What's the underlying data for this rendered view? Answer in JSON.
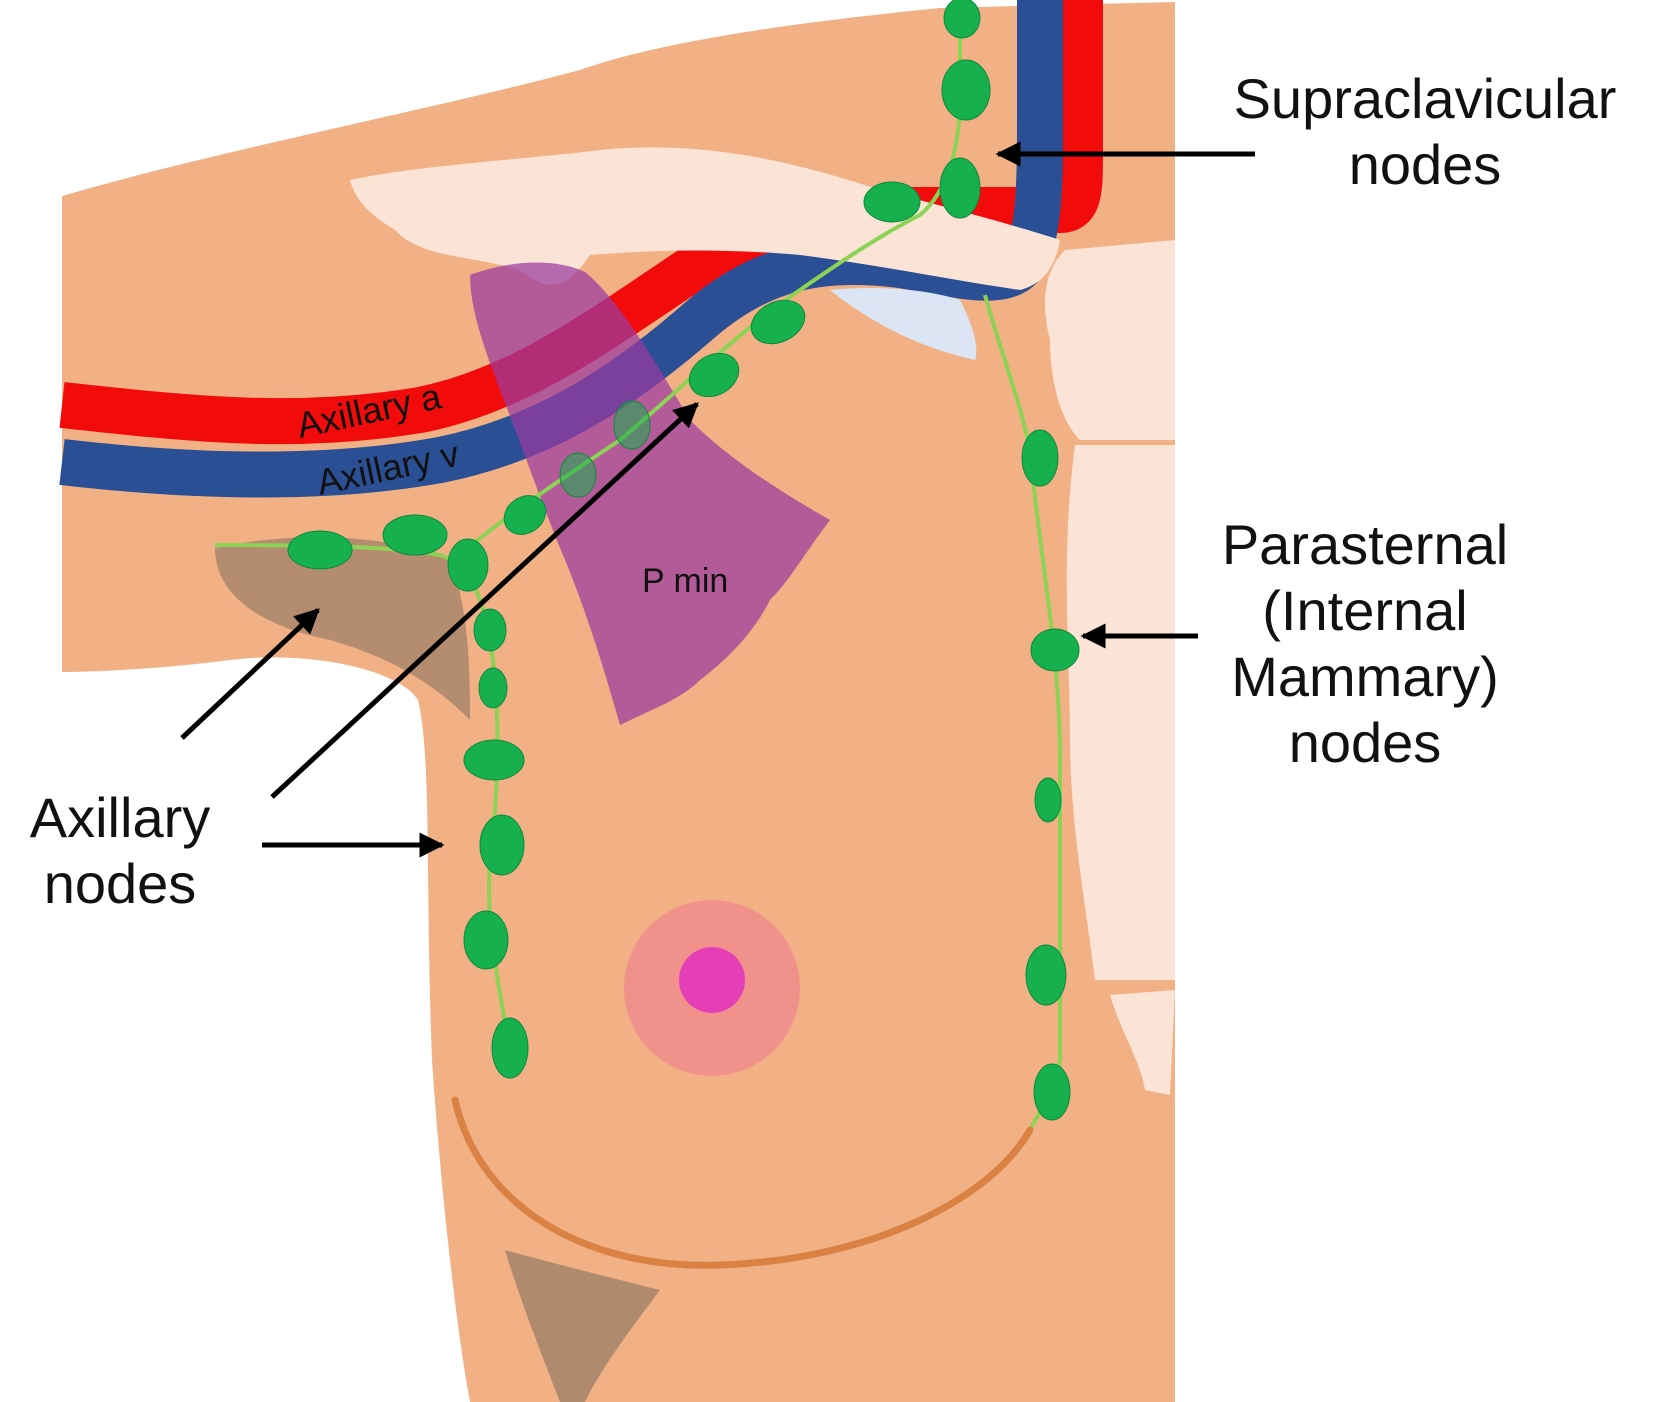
{
  "labels": {
    "supraclavicular": [
      "Supraclavicular",
      "nodes"
    ],
    "parasternal": [
      "Parasternal",
      "(Internal",
      "Mammary)",
      "nodes"
    ],
    "axillary": [
      "Axillary",
      "nodes"
    ],
    "axillary_artery": "Axillary a",
    "axillary_vein": "Axillary v",
    "pectoralis_minor": "P min"
  },
  "colors": {
    "skin": "#f2b185",
    "bone": "#fbe3d5",
    "artery": "#f20b0b",
    "vein": "#2b4f95",
    "node": "#16b04e",
    "lymph_vessel": "#8cd254",
    "muscle": "#9a3aa0",
    "areola": "#f08a8c",
    "nipple": "#e43fb6",
    "shadow": "#a9866b",
    "inframammary_fold": "#d98244"
  }
}
